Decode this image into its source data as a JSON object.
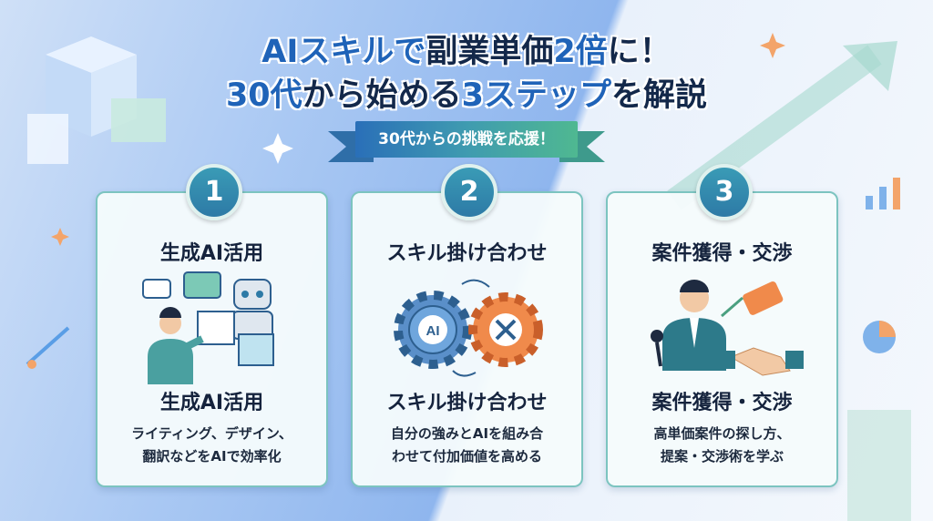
{
  "title": {
    "line1_a": "AIスキルで",
    "line1_b": "副業単価",
    "line1_c": "2倍",
    "line1_d": "に！",
    "line2_a": "30代",
    "line2_b": "から始める",
    "line2_c": "3ステップ",
    "line2_d": "を解説"
  },
  "ribbon": "30代からの挑戦を応援！",
  "steps": [
    {
      "number": "1",
      "title": "生成AI活用",
      "subtitle": "生成AI活用",
      "desc1": "ライティング、デザイン、",
      "desc2": "翻訳などをAIで効率化"
    },
    {
      "number": "2",
      "title": "スキル掛け合わせ",
      "subtitle": "スキル掛け合わせ",
      "desc1": "自分の強みとAIを組み合",
      "desc2": "わせて付加価値を高める",
      "gear_label": "AI"
    },
    {
      "number": "3",
      "title": "案件獲得・交渉",
      "subtitle": "案件獲得・交渉",
      "desc1": "高単価案件の探し方、",
      "desc2": "提案・交渉術を学ぶ"
    }
  ],
  "colors": {
    "accent": "#1f63b8",
    "teal": "#3a9bb6",
    "navy": "#13284a"
  }
}
